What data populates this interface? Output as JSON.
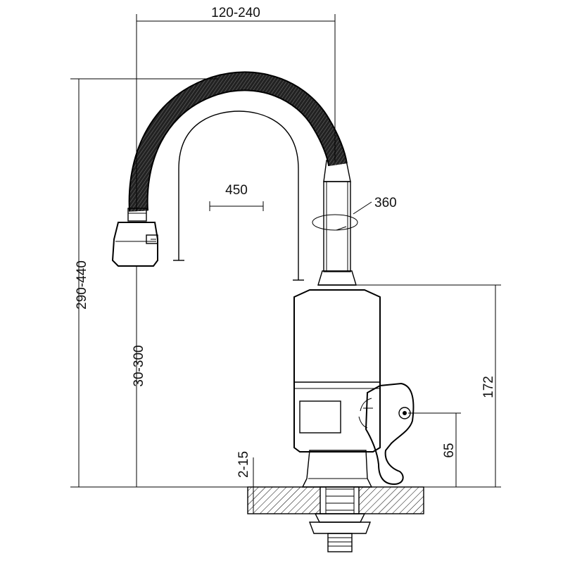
{
  "diagram": {
    "dimensions": {
      "hose_reach": "120-240",
      "spout_reach": "450",
      "swivel_angle": "360",
      "total_height": "290-440",
      "spout_height": "30-300",
      "body_height": "172",
      "handle_height": "65",
      "mount_thickness": "2-15"
    }
  }
}
